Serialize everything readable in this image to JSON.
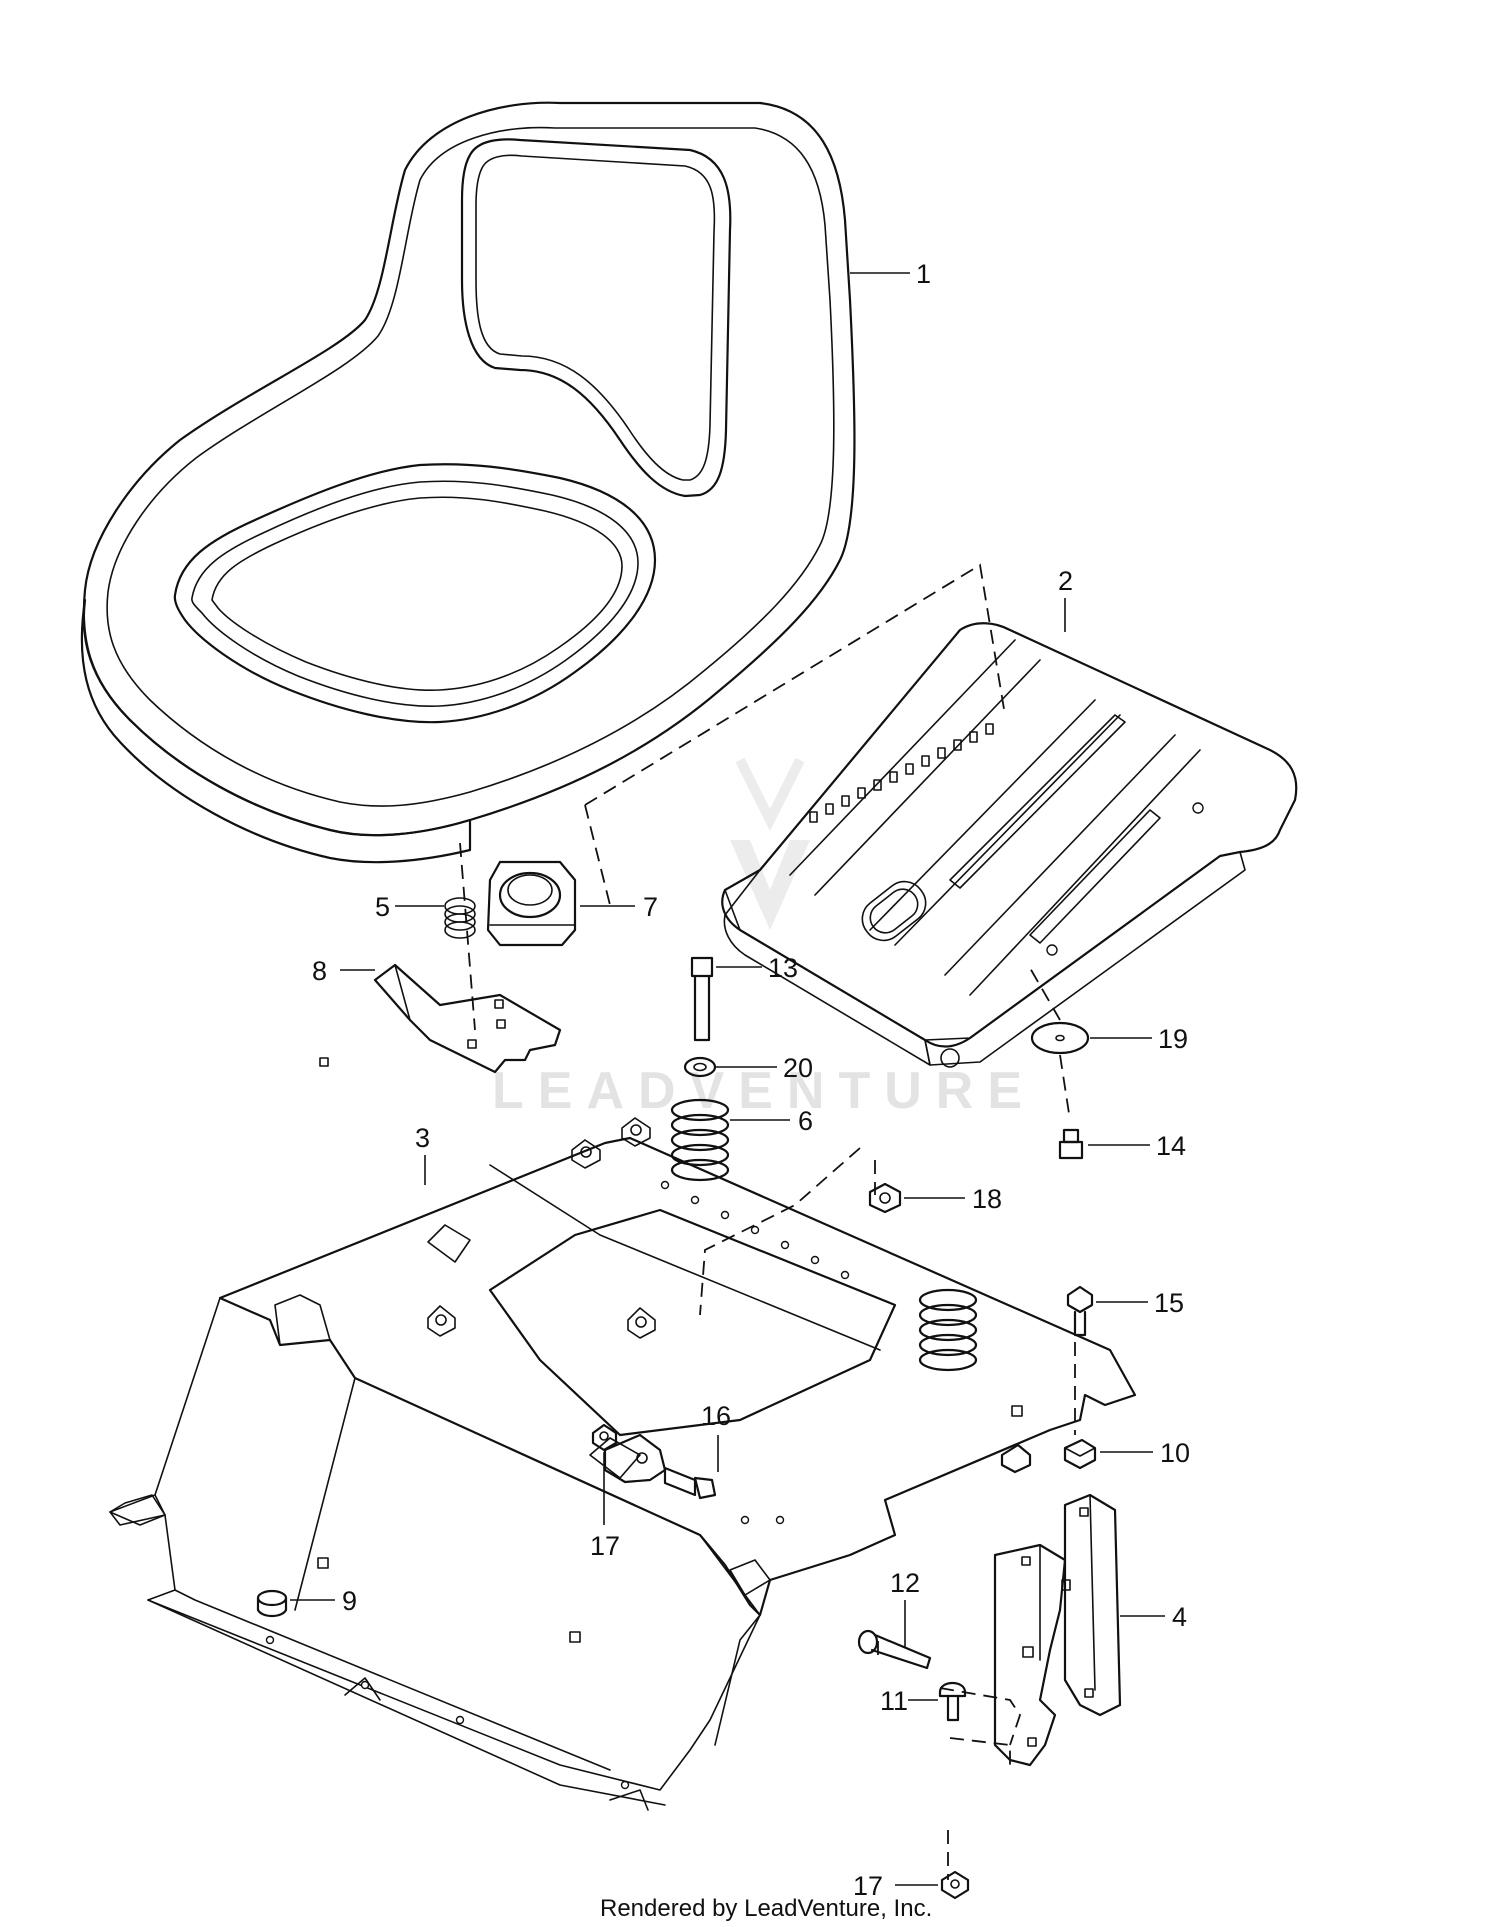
{
  "watermark": "LEADVENTURE",
  "footer": "Rendered by LeadVenture, Inc.",
  "callouts": {
    "c1": "1",
    "c2": "2",
    "c3": "3",
    "c4": "4",
    "c5": "5",
    "c6": "6",
    "c7": "7",
    "c8": "8",
    "c9": "9",
    "c10": "10",
    "c11": "11",
    "c12": "12",
    "c13": "13",
    "c14": "14",
    "c15": "15",
    "c16": "16",
    "c17a": "17",
    "c17b": "17",
    "c18": "18",
    "c19": "19",
    "c20": "20"
  }
}
